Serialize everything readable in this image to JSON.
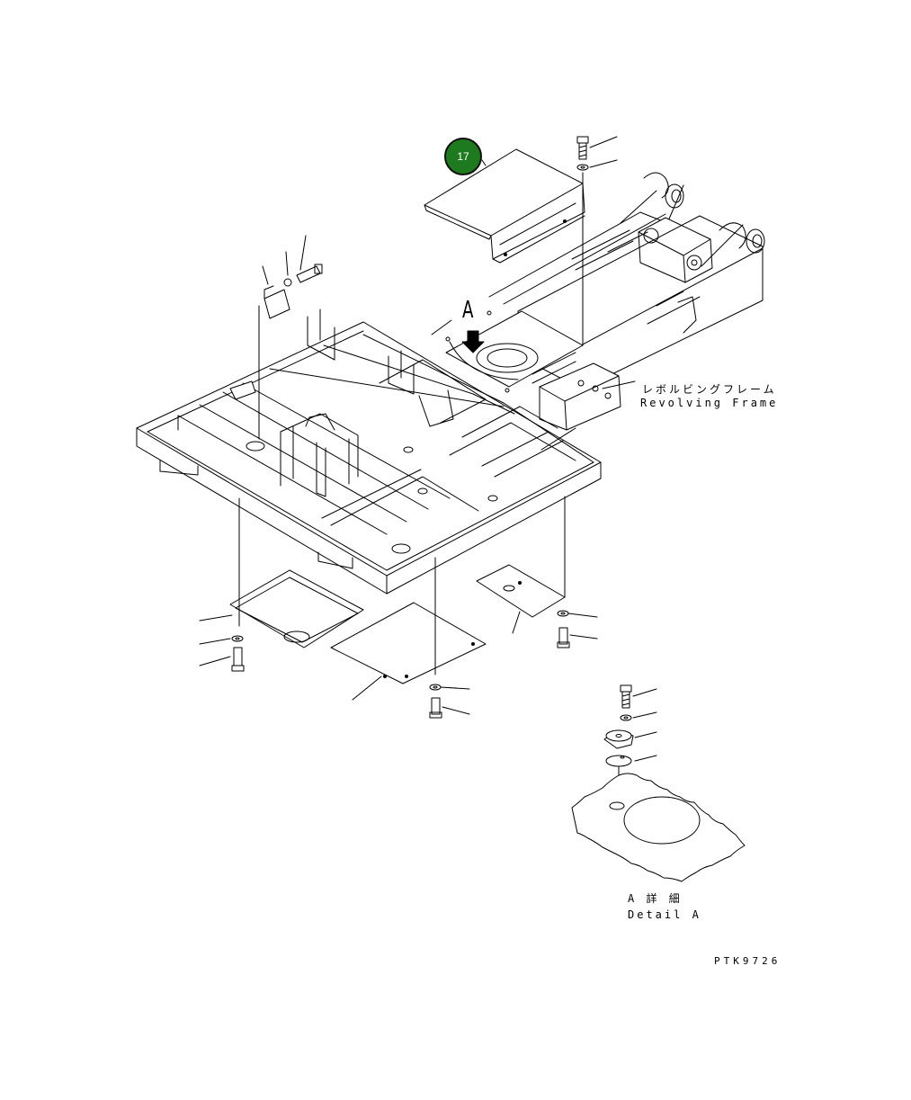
{
  "callout": {
    "number": "17",
    "color": "#1e7a1e"
  },
  "view_marker": "A",
  "frame_label": {
    "jp": "レボルビングフレーム",
    "en": "Revolving Frame"
  },
  "detail_label": {
    "jp": "A 詳 細",
    "en": "Detail A"
  },
  "drawing_code": "PTK9726"
}
